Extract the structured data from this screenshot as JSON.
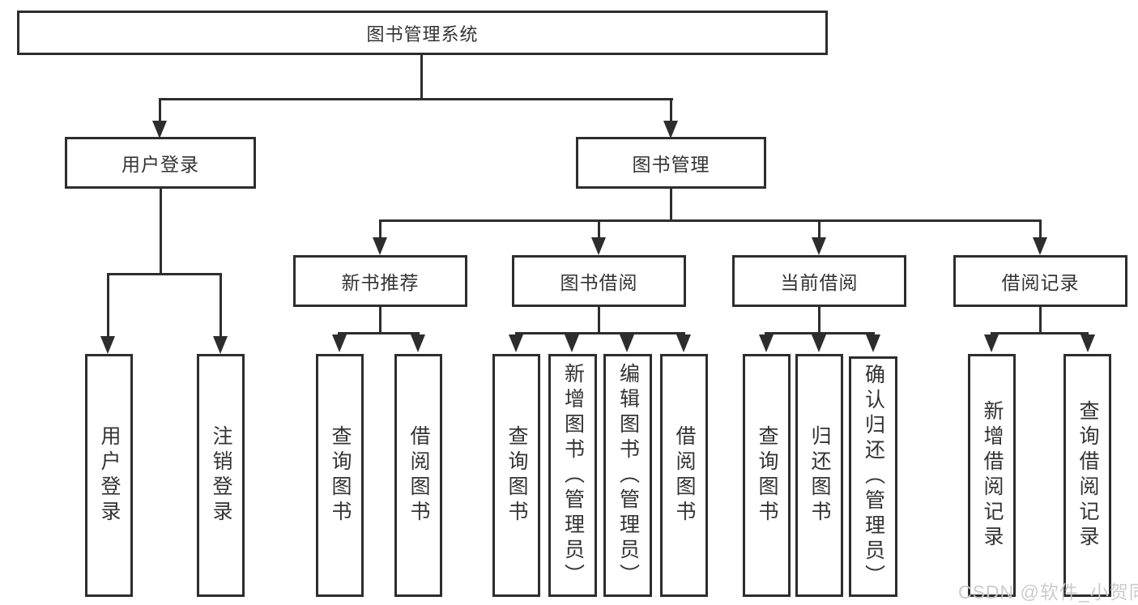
{
  "diagram": {
    "root": "图书管理系统",
    "level2": [
      "用户登录",
      "图书管理"
    ],
    "level3": [
      "新书推荐",
      "图书借阅",
      "当前借阅",
      "借阅记录"
    ],
    "leaves": {
      "login": [
        "用户登录",
        "注销登录"
      ],
      "recommend": [
        "查询图书",
        "借阅图书"
      ],
      "borrow": [
        "查询图书",
        "新增图书（管理员）",
        "编辑图书（管理员）",
        "借阅图书"
      ],
      "current": [
        "查询图书",
        "归还图书",
        "确认归还（管理员）"
      ],
      "record": [
        "新增借阅记录",
        "查询借阅记录"
      ]
    }
  },
  "watermark": "CSDN @软件_小贺同学",
  "colors": {
    "line": "#2d2d2d",
    "text": "#333333",
    "watermark": "#c9c9c9",
    "background": "#ffffff"
  }
}
